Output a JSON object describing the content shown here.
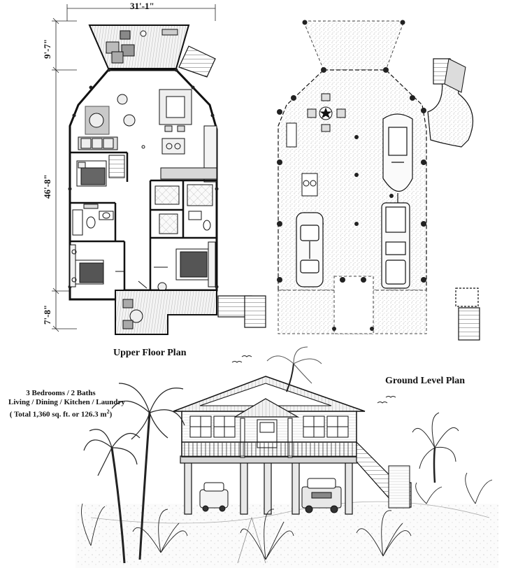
{
  "dimensions": {
    "width_top": "31'-1\"",
    "deck_depth": "9'-7\"",
    "house_length": "46'-8\"",
    "rear_deck_depth": "7'-8\""
  },
  "labels": {
    "upper_floor_plan": "Upper Floor Plan",
    "ground_level_plan": "Ground Level Plan"
  },
  "summary": {
    "bedrooms_baths": "3 Bedrooms / 2 Baths",
    "rooms": "Living / Dining / Kitchen / Laundry",
    "total_area": "( Total 1,360 sq. ft. or 126.3 m",
    "area_superscript": "2",
    "area_suffix": ")"
  }
}
